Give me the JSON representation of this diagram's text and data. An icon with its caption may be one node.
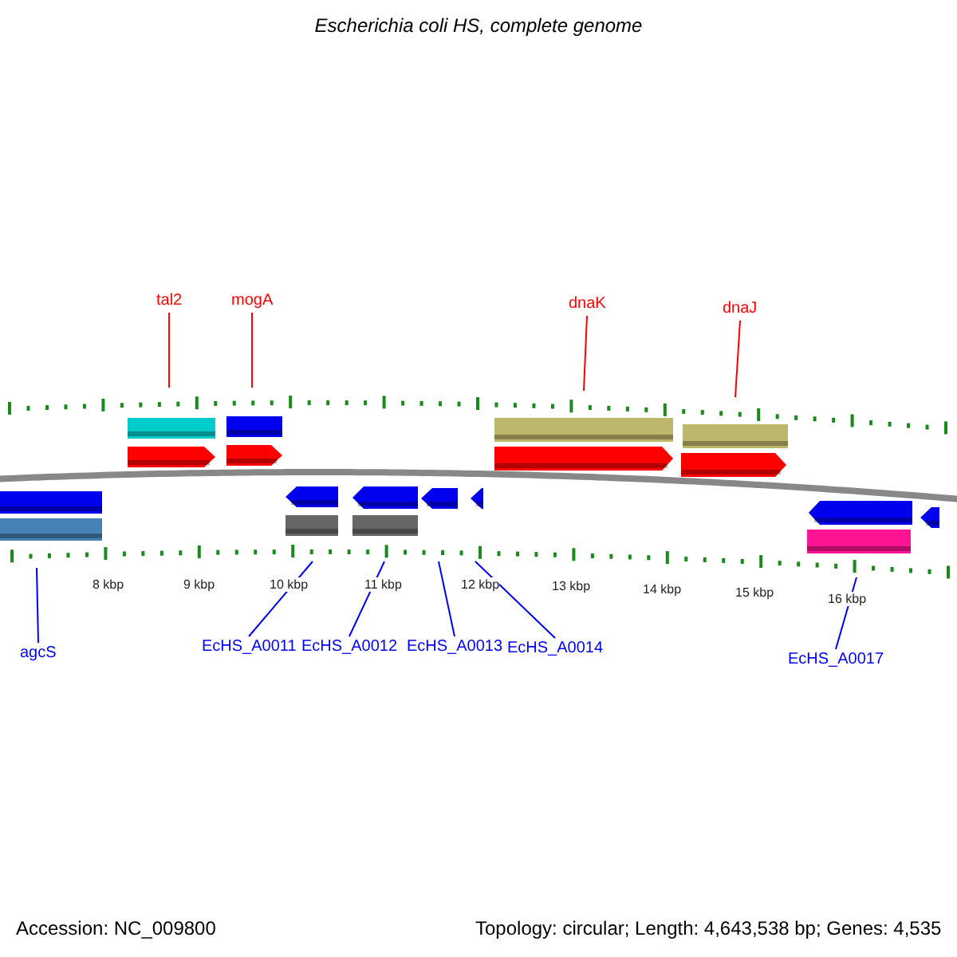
{
  "diagram": {
    "title": "Escherichia coli HS, complete genome",
    "nodes": [
      {
        "text": [
          "tal2"
        ]
      },
      {
        "text": [
          "mogA"
        ]
      },
      {
        "text": [
          "dnaK"
        ]
      },
      {
        "text": [
          "dnaJ"
        ]
      },
      {
        "text": [
          "agcS"
        ]
      },
      {
        "text": [
          "EcHS_A0011"
        ]
      },
      {
        "text": [
          "EcHS_A0012"
        ]
      },
      {
        "text": [
          "EcHS_A0013"
        ]
      },
      {
        "text": [
          "EcHS_A0014"
        ]
      },
      {
        "text": [
          "EcHS_A0017"
        ]
      }
    ],
    "edges": [
      {
        "from": 0,
        "to": null,
        "arrow": "none",
        "color": "#ff0000"
      },
      {
        "from": 1,
        "to": null,
        "arrow": "none",
        "color": "#ff0000"
      },
      {
        "from": 2,
        "to": null,
        "arrow": "none",
        "color": "#ff0000"
      },
      {
        "from": 3,
        "to": null,
        "arrow": "none",
        "color": "#ff0000"
      },
      {
        "from": 4,
        "to": null,
        "arrow": "none",
        "color": "#0000ff"
      },
      {
        "from": 5,
        "to": null,
        "arrow": "none",
        "color": "#0000ff"
      },
      {
        "from": 6,
        "to": null,
        "arrow": "none",
        "color": "#0000ff"
      },
      {
        "from": 7,
        "to": null,
        "arrow": "none",
        "color": "#0000ff"
      },
      {
        "from": 8,
        "to": null,
        "arrow": "none",
        "color": "#0000ff"
      },
      {
        "from": 9,
        "to": null,
        "arrow": "none",
        "color": "#0000ff"
      }
    ],
    "labels": [
      "8 kbp",
      "9 kbp",
      "10 kbp",
      "11 kbp",
      "12 kbp",
      "13 kbp",
      "14 kbp",
      "15 kbp",
      "16 kbp",
      "Accession: NC_009800",
      "Topology: circular; Length: 4,643,538 bp; Genes: 4,535"
    ]
  }
}
